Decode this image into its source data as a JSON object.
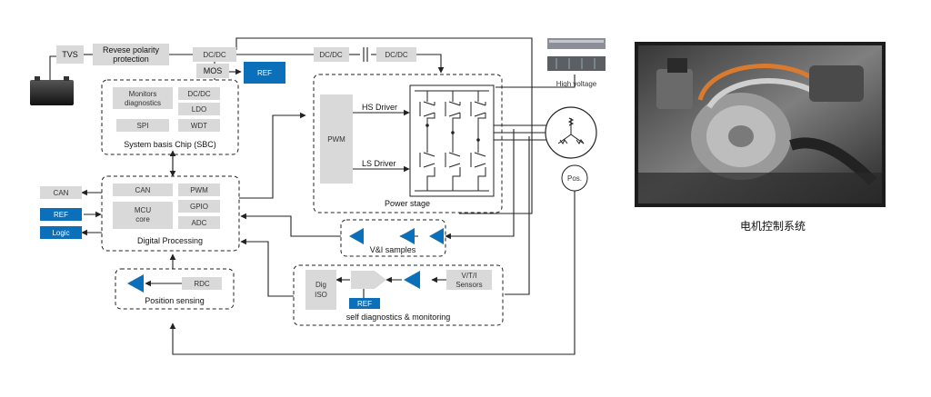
{
  "blocks": {
    "tvs": "TVS",
    "reverse_protection": [
      "Revese polarity",
      "protection"
    ],
    "dcdc_1": "DC/DC",
    "mos": "MOS",
    "ref_top": "REF",
    "dcdc_2": "DC/DC",
    "dcdc_3": "DC/DC",
    "high_voltage": "High voltage",
    "sbc": {
      "monitors": [
        "Monitors",
        "diagnostics"
      ],
      "dcdc": "DC/DC",
      "ldo": "LDO",
      "spi": "SPI",
      "wdt": "WDT",
      "title": "System basis Chip (SBC)"
    },
    "digital": {
      "can": "CAN",
      "pwm": "PWM",
      "mcu": [
        "MCU",
        "core"
      ],
      "gpio": "GPIO",
      "adc": "ADC",
      "title": "Digital Processing"
    },
    "ext_can": "CAN",
    "ext_ref": "REF",
    "ext_logic": "Logic",
    "power": {
      "pwm": "PWM",
      "hs_driver": "HS Driver",
      "ls_driver": "LS Driver",
      "title": "Power stage"
    },
    "vi_samples": "V&I samples",
    "position": {
      "rdc": "RDC",
      "title": "Position sensing"
    },
    "diag": {
      "dig_iso": [
        "Dig",
        "ISO"
      ],
      "ref": "REF",
      "sensors": [
        "V/T/I",
        "Sensors"
      ],
      "title": "self diagnostics & monitoring"
    },
    "pos": "Pos."
  },
  "photo_caption": "电机控制系统",
  "colors": {
    "accent_blue": "#0b6fba",
    "block_gray": "#d9d9d9"
  }
}
